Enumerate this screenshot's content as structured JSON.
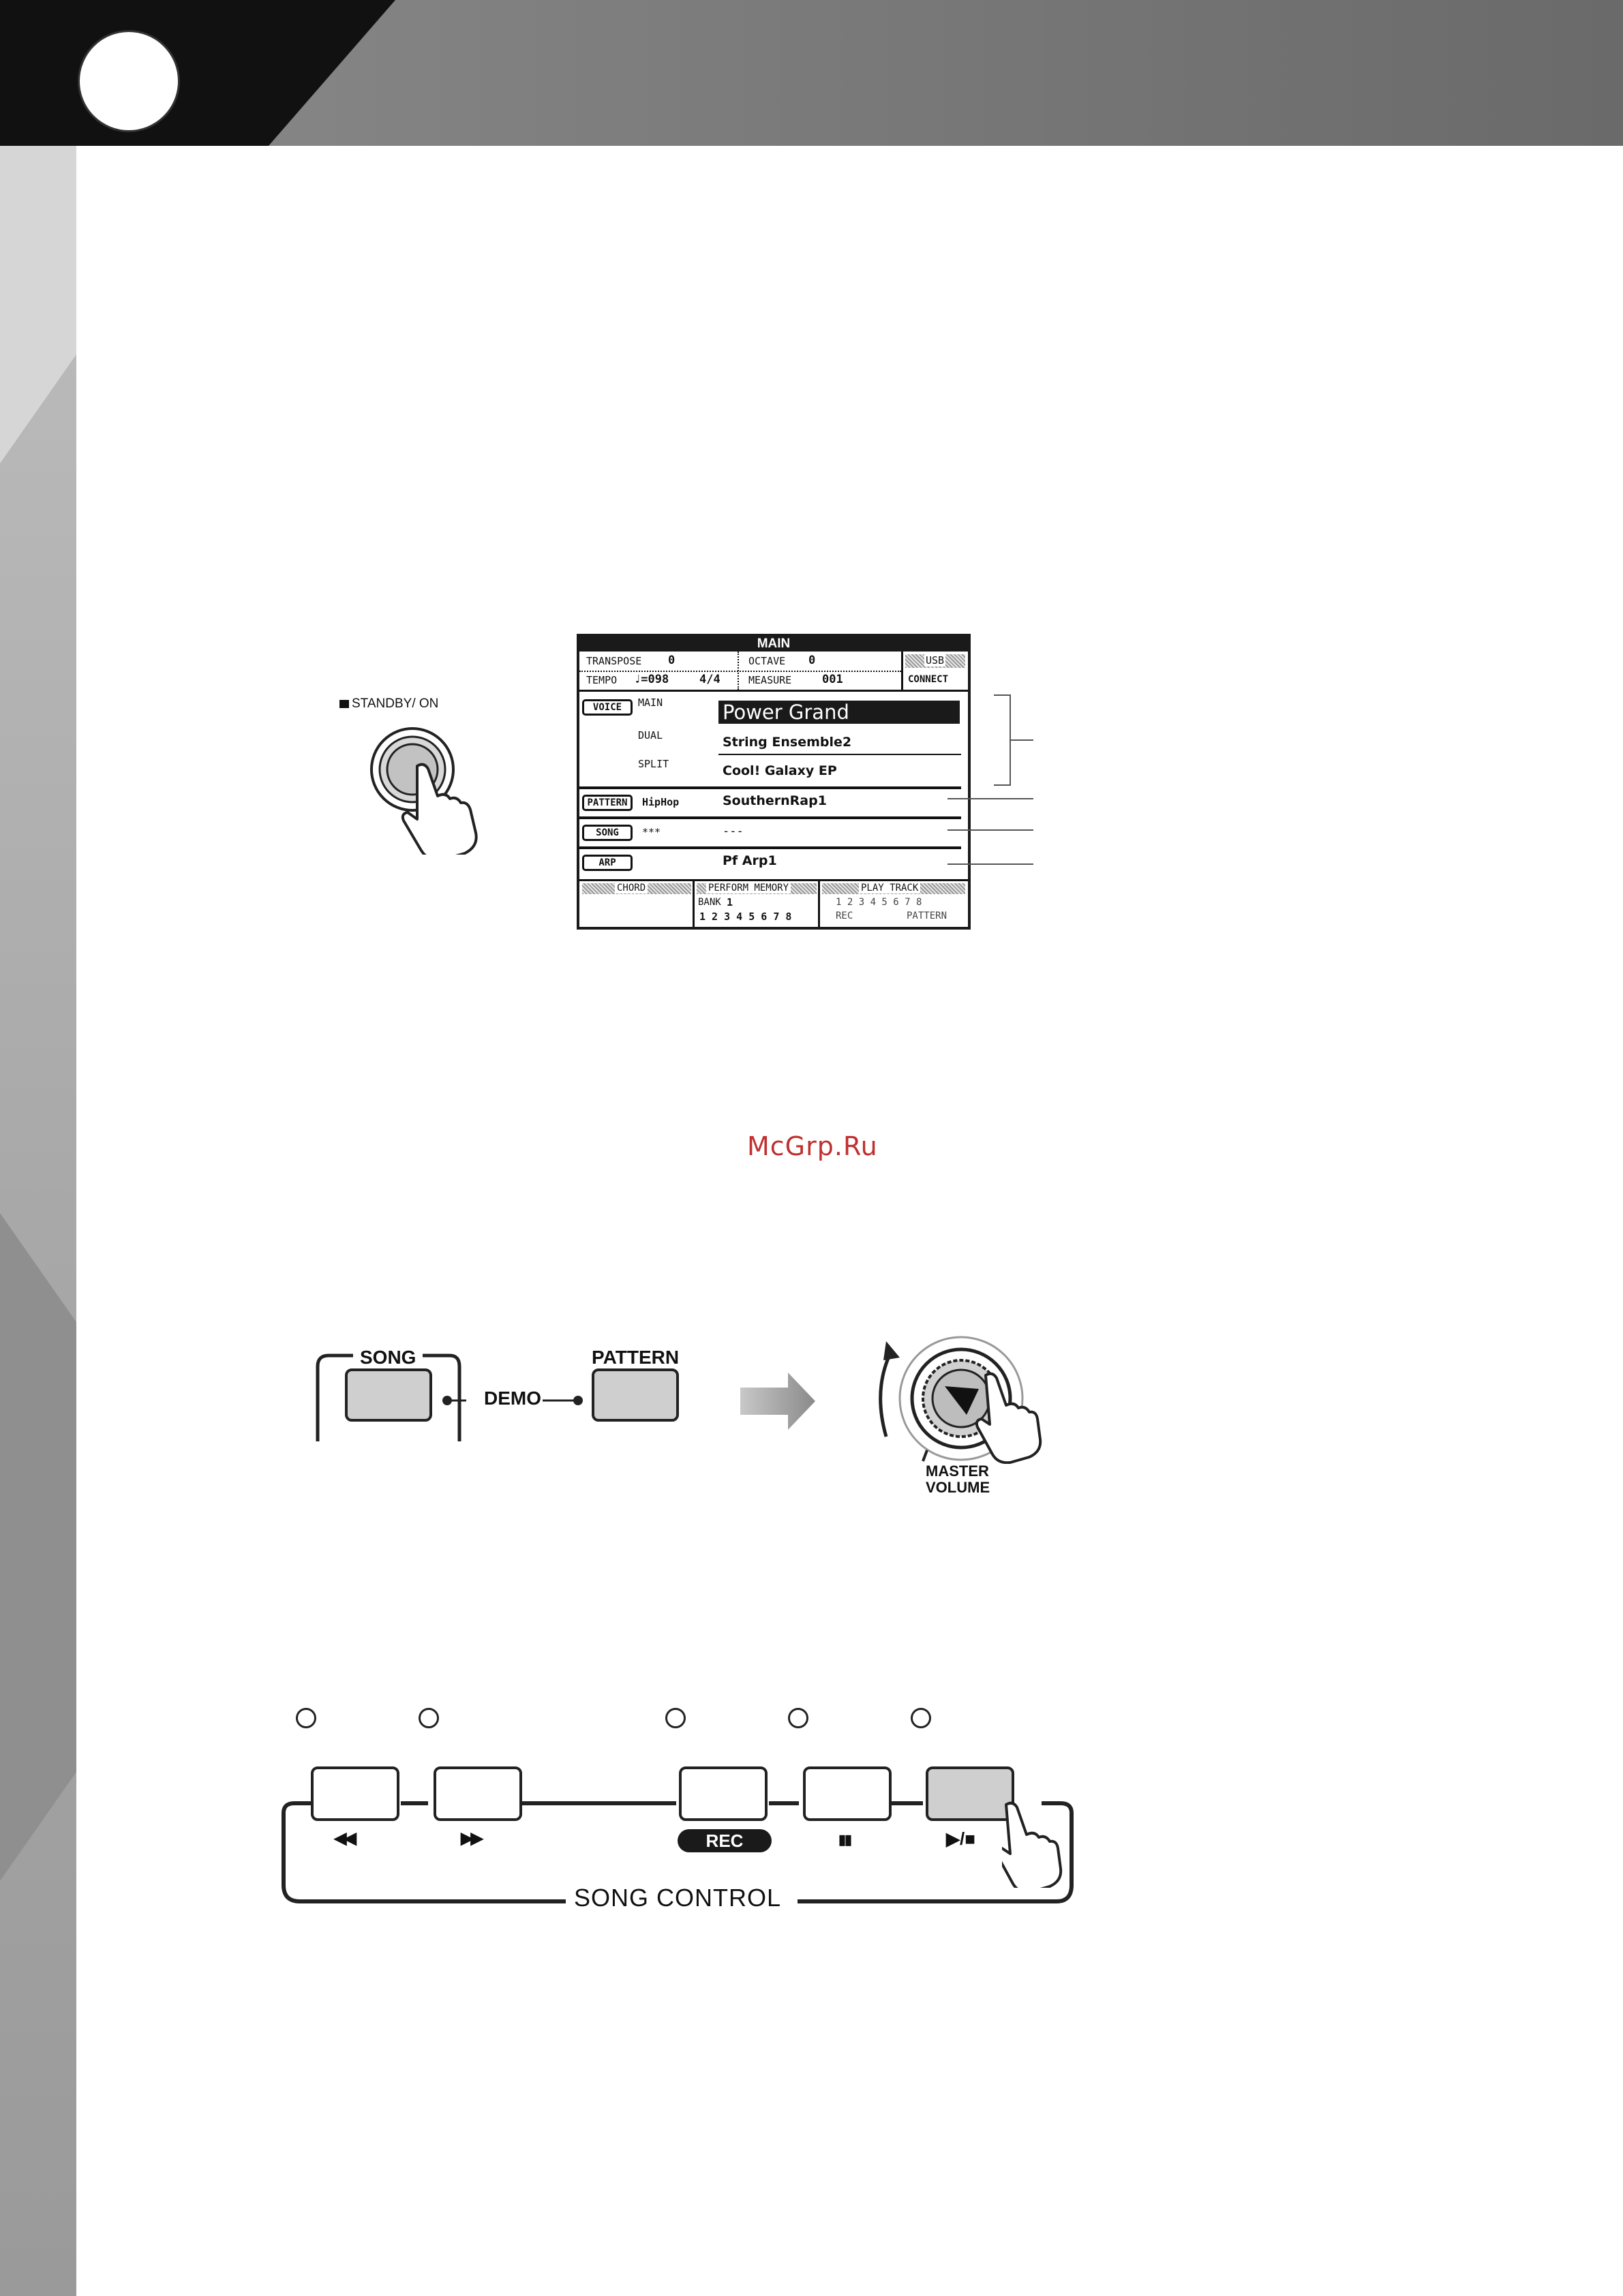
{
  "header": {
    "bar_color": "#6e6e6e",
    "circle_icon": "badge-circle-icon"
  },
  "watermark": {
    "text": "McGrp.Ru",
    "color": "#c03030"
  },
  "power_switch": {
    "label": "STANDBY/ ON",
    "icon": "power-button-icon"
  },
  "lcd": {
    "title": "MAIN",
    "transpose_label": "TRANSPOSE",
    "transpose_value": "0",
    "octave_label": "OCTAVE",
    "octave_value": "0",
    "tempo_label": "TEMPO",
    "tempo_value": "♩=098",
    "time_signature": "4/4",
    "measure_label": "MEASURE",
    "measure_value": "001",
    "usb_label": "USB",
    "connect_label": "CONNECT",
    "voice_tag": "VOICE",
    "main_label": "MAIN",
    "main_voice": "Power Grand",
    "dual_label": "DUAL",
    "dual_voice": "String Ensemble2",
    "split_label": "SPLIT",
    "split_voice": "Cool! Galaxy EP",
    "pattern_tag": "PATTERN",
    "pattern_category": "HipHop",
    "pattern_name": "SouthernRap1",
    "song_tag": "SONG",
    "song_number": "***",
    "song_name": "---",
    "arp_tag": "ARP",
    "arp_name": "Pf Arp1",
    "chord_label": "CHORD",
    "perform_memory_label": "PERFORM MEMORY",
    "bank_label": "BANK",
    "bank_value": "1",
    "memory_numbers": "1 2 3 4 5 6 7 8",
    "play_track_label": "PLAY TRACK",
    "track_numbers": "1 2 3 4 5 6 7 8",
    "rec_label": "REC",
    "pattern_label": "PATTERN"
  },
  "demo_panel": {
    "song_label": "SONG",
    "demo_label": "DEMO",
    "pattern_label": "PATTERN",
    "arrow_icon": "right-arrow-icon",
    "master_volume_label_1": "MASTER",
    "master_volume_label_2": "VOLUME"
  },
  "song_control": {
    "title": "SONG CONTROL",
    "rewind_symbol": "◀◀",
    "forward_symbol": "▶▶",
    "rec_label": "REC",
    "pause_symbol": "▮▮",
    "play_stop_symbol": "▶/■"
  }
}
